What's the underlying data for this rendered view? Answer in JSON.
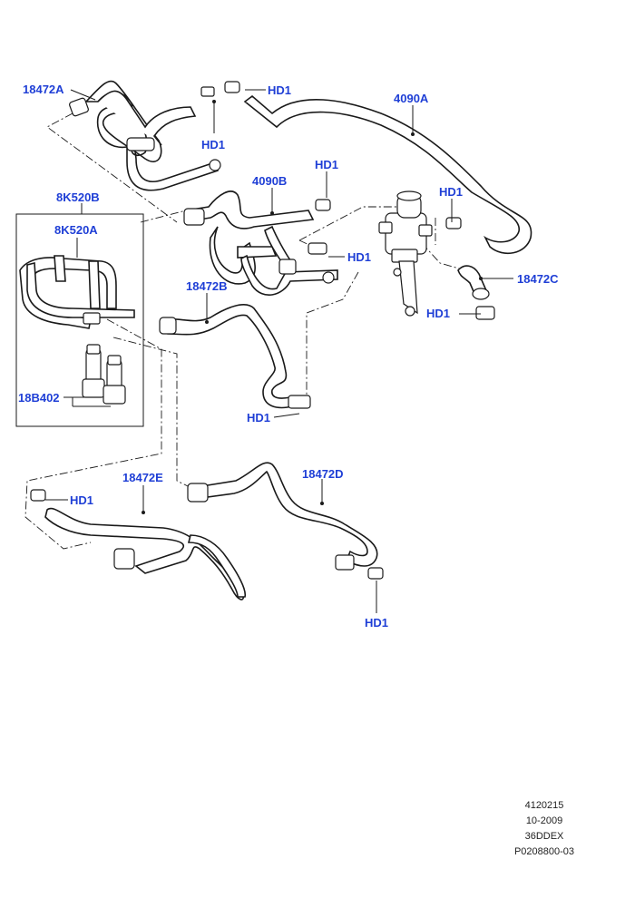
{
  "labels": {
    "hose_18472A": "18472A",
    "hose_4090A": "4090A",
    "hose_4090B": "4090B",
    "hose_8K520B": "8K520B",
    "hose_8K520A": "8K520A",
    "hose_18472B": "18472B",
    "hose_18472C": "18472C",
    "hose_18472D": "18472D",
    "hose_18472E": "18472E",
    "valve_18B402": "18B402",
    "clip": "HD1"
  },
  "footer": {
    "line1": "4120215",
    "line2": "10-2009",
    "line3": "36DDEX",
    "line4": "P0208800-03"
  },
  "colors": {
    "callout": "#1f3fd6",
    "line": "#1a1a1a",
    "background": "#ffffff"
  }
}
